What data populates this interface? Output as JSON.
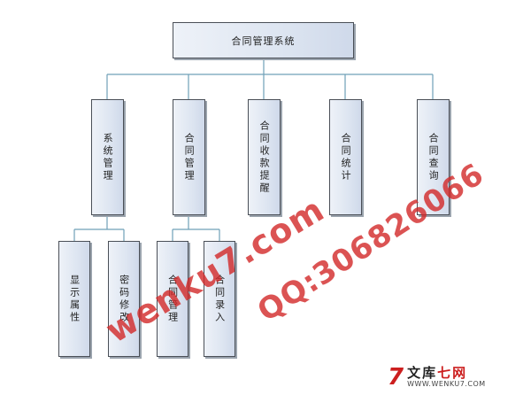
{
  "diagram": {
    "root": {
      "label": "合同管理系统"
    },
    "modules": [
      {
        "label": "系统管理"
      },
      {
        "label": "合同管理"
      },
      {
        "label": "合同收款提醒"
      },
      {
        "label": "合同统计"
      },
      {
        "label": "合同查询"
      }
    ],
    "submodules": [
      {
        "label": "显示属性"
      },
      {
        "label": "密码修改"
      },
      {
        "label": "合同管理"
      },
      {
        "label": "合同录入"
      }
    ]
  },
  "watermark": {
    "site": "wenku7.com",
    "qq": "QQ:306826066"
  },
  "logo": {
    "mark": "7",
    "name_cn_part1": "文库",
    "name_cn_part2": "七网",
    "url": "WWW.WENKU7.COM"
  },
  "colors": {
    "box_border": "#4a4f57",
    "box_fill": "#dde5f1",
    "connector": "#6fa0b8",
    "watermark": "#d22828",
    "logo_red": "#cc1f1f"
  }
}
